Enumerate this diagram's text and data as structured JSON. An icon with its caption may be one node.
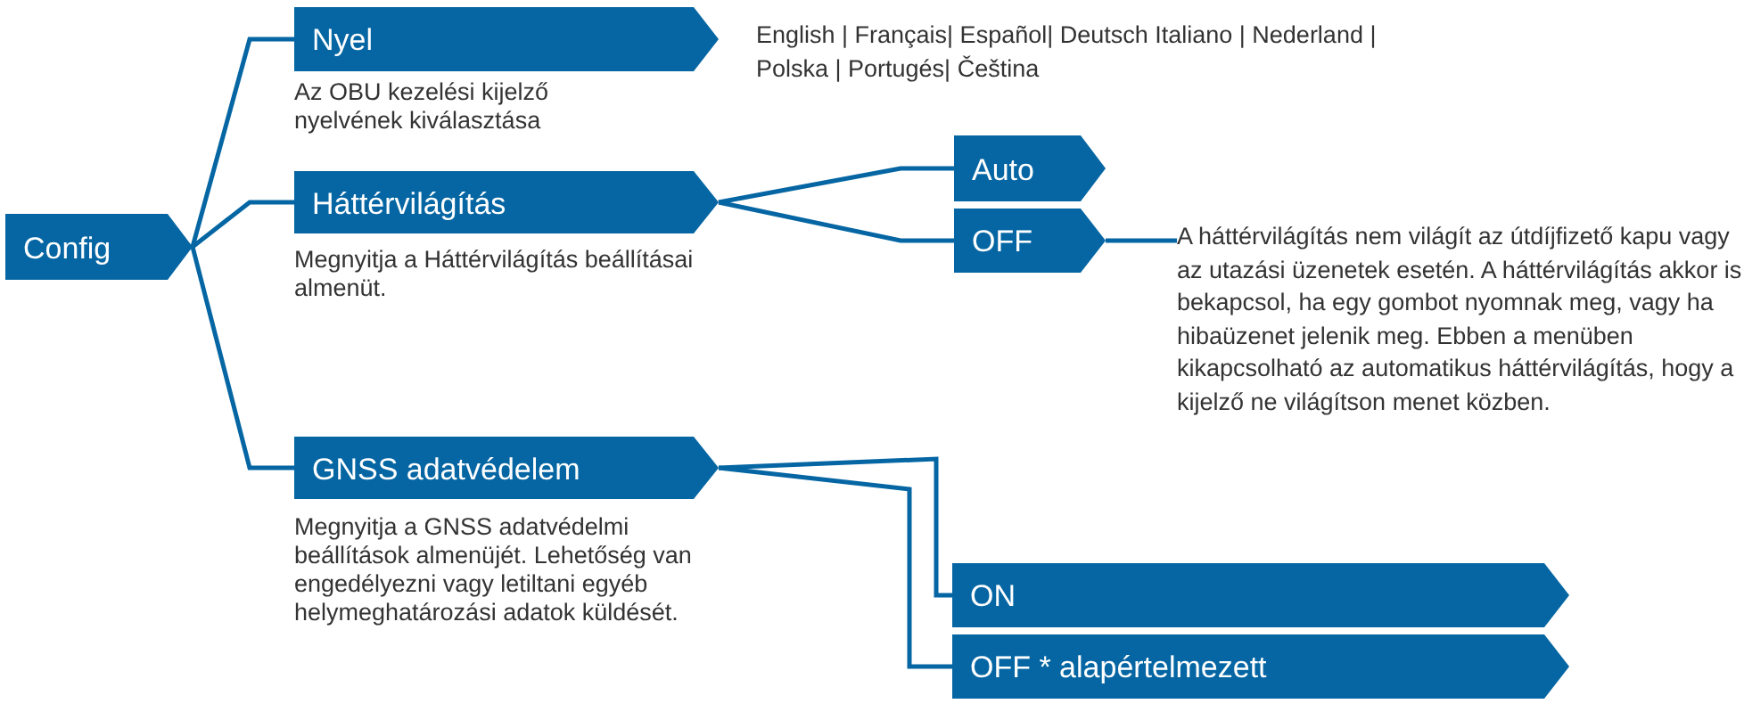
{
  "diagram": {
    "nodes": [
      {
        "text": [
          "Config"
        ]
      },
      {
        "text": [
          "Nyel"
        ],
        "beside": [
          "Az OBU kezelési kijelző nyelvének kiválasztása"
        ]
      },
      {
        "text": [
          "Háttérvilágítás"
        ],
        "beside": [
          "Megnyitja a Háttérvilágítás beállításai almenüt."
        ]
      },
      {
        "text": [
          "Auto"
        ]
      },
      {
        "text": [
          "OFF"
        ]
      },
      {
        "text": [
          "A háttérvilágítás nem világít az útdíjfizető kapu vagy az utazási üzenetek esetén. A háttérvilágítás akkor is bekapcsol, ha egy gombot nyomnak meg, vagy ha hibaüzenet jelenik meg. Ebben a menüben kikapcsolható az automatikus háttérvilágítás, hogy a kijelző ne világítson menet közben."
        ]
      },
      {
        "text": [
          "GNSS adatvédelem"
        ],
        "beside": [
          "Megnyitja a GNSS adatvédelmi beállítások almenüjét. Lehetőség van engedélyezni vagy letiltani egyéb helymeghatározási adatok küldését."
        ]
      },
      {
        "text": [
          "ON"
        ]
      },
      {
        "text": [
          "OFF * alapértelmezett"
        ]
      }
    ],
    "edges": [
      {
        "from": 0,
        "to": 1,
        "arrow": "none"
      },
      {
        "from": 0,
        "to": 2,
        "arrow": "none"
      },
      {
        "from": 0,
        "to": 6,
        "arrow": "none"
      },
      {
        "from": 2,
        "to": 3,
        "arrow": "none"
      },
      {
        "from": 2,
        "to": 4,
        "arrow": "none"
      },
      {
        "from": 4,
        "to": 5,
        "arrow": "none"
      },
      {
        "from": 6,
        "to": 7,
        "arrow": "none"
      },
      {
        "from": 6,
        "to": 8,
        "arrow": "none"
      }
    ],
    "labels": [
      "English | Français| Español| Deutsch Italiano | Nederland | Polska | Portugés| Čeština"
    ]
  }
}
